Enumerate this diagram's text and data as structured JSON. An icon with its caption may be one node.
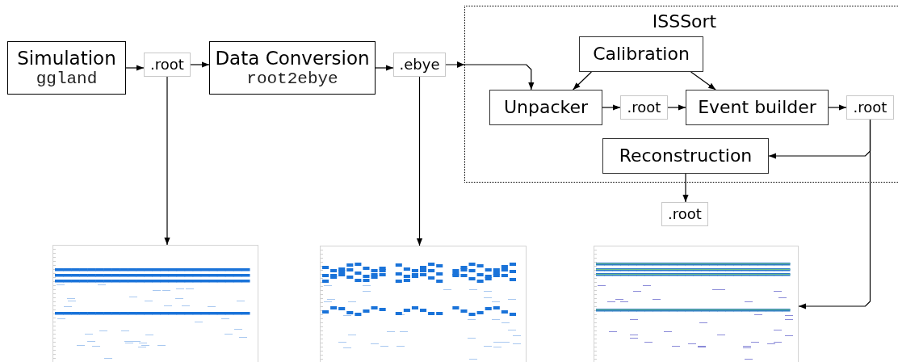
{
  "diagram": {
    "nodes": [
      {
        "text": [
          "Simulation",
          "ggland"
        ]
      },
      {
        "text": [
          ".root"
        ]
      },
      {
        "text": [
          "Data Conversion",
          "root2ebye"
        ]
      },
      {
        "text": [
          ".ebye"
        ]
      },
      {
        "text": [
          "ISSSort"
        ]
      },
      {
        "text": [
          "Calibration"
        ],
        "in": 4
      },
      {
        "text": [
          "Unpacker"
        ],
        "in": 4
      },
      {
        "text": [
          ".root"
        ],
        "in": 4
      },
      {
        "text": [
          "Event builder"
        ],
        "in": 4
      },
      {
        "text": [
          ".root"
        ],
        "in": 4
      },
      {
        "text": [
          "Reconstruction"
        ],
        "in": 4
      },
      {
        "text": [
          ".root"
        ]
      },
      {
        "text": [],
        "shape": "picture"
      },
      {
        "text": [],
        "shape": "picture"
      },
      {
        "text": [],
        "shape": "picture"
      }
    ],
    "edges": [
      {
        "from": 0,
        "to": 1,
        "arrow": "to"
      },
      {
        "from": 1,
        "to": 2,
        "arrow": "to"
      },
      {
        "from": 1,
        "to": 12,
        "arrow": "to"
      },
      {
        "from": 2,
        "to": 3,
        "arrow": "to"
      },
      {
        "from": 3,
        "to": 6,
        "arrow": "to"
      },
      {
        "from": 3,
        "to": 13,
        "arrow": "to"
      },
      {
        "from": 5,
        "to": 6,
        "arrow": "to"
      },
      {
        "from": 5,
        "to": 8,
        "arrow": "to"
      },
      {
        "from": 6,
        "to": 7,
        "arrow": "to"
      },
      {
        "from": 7,
        "to": 8,
        "arrow": "to"
      },
      {
        "from": 8,
        "to": 9,
        "arrow": "to"
      },
      {
        "from": 9,
        "to": 10,
        "arrow": "to"
      },
      {
        "from": 9,
        "to": 14,
        "arrow": "to"
      },
      {
        "from": 10,
        "to": 11,
        "arrow": "to"
      }
    ]
  }
}
